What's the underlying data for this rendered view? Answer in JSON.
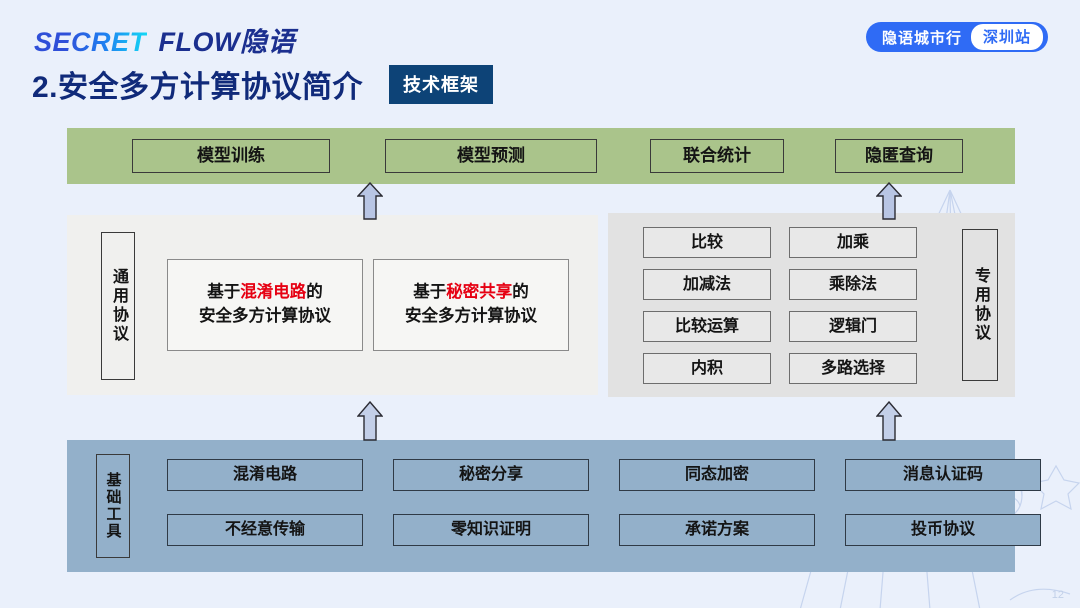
{
  "header": {
    "logo_primary": "SECRET",
    "logo_secondary": "FLOW隐语",
    "city_badge_main": "隐语城市行",
    "city_badge_pill": "深圳站"
  },
  "title": {
    "text": "2.安全多方计算协议简介",
    "badge": "技术框架"
  },
  "application_layer": {
    "items": [
      {
        "label": "模型训练"
      },
      {
        "label": "模型预测"
      },
      {
        "label": "联合统计"
      },
      {
        "label": "隐匿查询"
      }
    ]
  },
  "general_protocol": {
    "side_label": "通用协议",
    "boxes": [
      {
        "prefix": "基于",
        "highlight": "混淆电路",
        "suffix": "的",
        "line2": "安全多方计算协议"
      },
      {
        "prefix": "基于",
        "highlight": "秘密共享",
        "suffix": "的",
        "line2": "安全多方计算协议"
      }
    ]
  },
  "special_protocol": {
    "side_label": "专用协议",
    "operations": [
      {
        "label": "比较"
      },
      {
        "label": "加乘"
      },
      {
        "label": "加减法"
      },
      {
        "label": "乘除法"
      },
      {
        "label": "比较运算"
      },
      {
        "label": "逻辑门"
      },
      {
        "label": "内积"
      },
      {
        "label": "多路选择"
      }
    ]
  },
  "basic_tools": {
    "side_label": "基础工具",
    "tools": [
      {
        "label": "混淆电路"
      },
      {
        "label": "秘密分享"
      },
      {
        "label": "同态加密"
      },
      {
        "label": "消息认证码"
      },
      {
        "label": "不经意传输"
      },
      {
        "label": "零知识证明"
      },
      {
        "label": "承诺方案"
      },
      {
        "label": "投币协议"
      }
    ]
  },
  "page_number": "12",
  "colors": {
    "background": "#eaf0fb",
    "application_bar": "#aac48b",
    "general_panel": "#f0f0ee",
    "special_panel": "#e2e2e2",
    "basic_bar": "#93b0ca",
    "title_color": "#102a7a",
    "badge_bg": "#0d4377",
    "accent_red": "#e60012",
    "brand_blue": "#2f6bf5"
  }
}
